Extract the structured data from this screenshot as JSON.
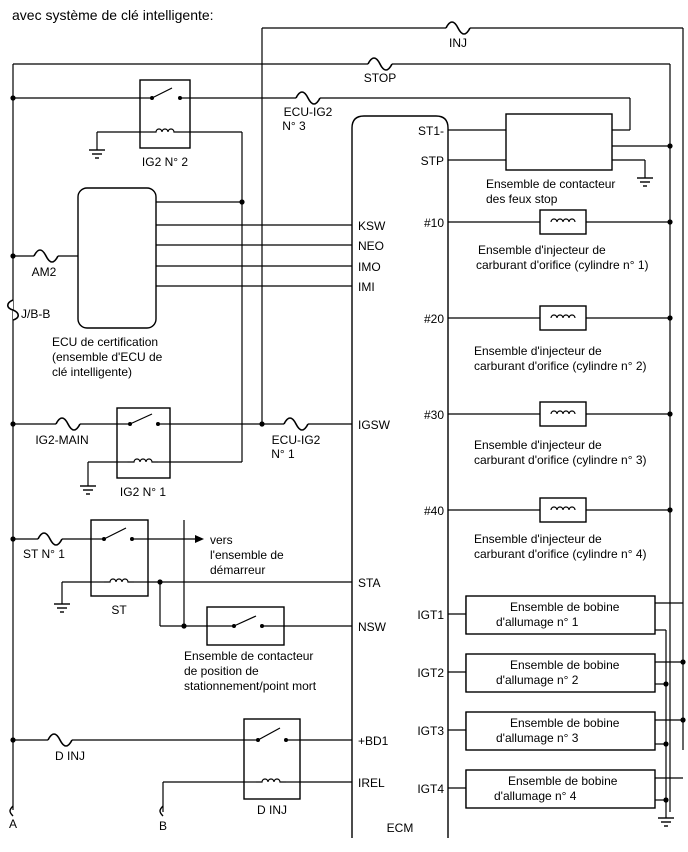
{
  "title": "avec système de clé intelligente:",
  "fuses": {
    "inj": "INJ",
    "stop": "STOP",
    "ecu_ig2_3": [
      "ECU-IG2",
      "N° 3"
    ],
    "am2": "AM2",
    "jb": "J/B-B",
    "ig2_main": "IG2-MAIN",
    "ecu_ig2_1": [
      "ECU-IG2",
      "N° 1"
    ],
    "st1": "ST N° 1",
    "d_inj": "D INJ"
  },
  "relays": {
    "ig2_2": "IG2 N° 2",
    "ig2_1": "IG2 N° 1",
    "st": "ST",
    "d_inj": "D INJ"
  },
  "certification_ecu": [
    "ECU de certification",
    "(ensemble d'ECU de",
    "clé intelligente)"
  ],
  "starter_note": [
    "vers",
    "l'ensemble de",
    "démarreur"
  ],
  "neutral_switch": [
    "Ensemble de contacteur",
    "de position de",
    "stationnement/point mort"
  ],
  "stop_switch": [
    "Ensemble de contacteur",
    "des feux stop"
  ],
  "ecm": {
    "label": "ECM",
    "left_pins": [
      "KSW",
      "NEO",
      "IMO",
      "IMI",
      "IGSW",
      "STA",
      "NSW",
      "+BD1",
      "IREL"
    ],
    "right_pins": [
      "ST1-",
      "STP",
      "#10",
      "#20",
      "#30",
      "#40",
      "IGT1",
      "IGT2",
      "IGT3",
      "IGT4"
    ]
  },
  "injectors": [
    [
      "Ensemble d'injecteur de",
      "carburant d'orifice (cylindre n° 1)"
    ],
    [
      "Ensemble d'injecteur de",
      "carburant d'orifice (cylindre n° 2)"
    ],
    [
      "Ensemble d'injecteur de",
      "carburant d'orifice (cylindre n° 3)"
    ],
    [
      "Ensemble d'injecteur de",
      "carburant d'orifice (cylindre n° 4)"
    ]
  ],
  "ignition_coils": [
    [
      "Ensemble de bobine",
      "d'allumage n° 1"
    ],
    [
      "Ensemble de bobine",
      "d'allumage n° 2"
    ],
    [
      "Ensemble de bobine",
      "d'allumage n° 3"
    ],
    [
      "Ensemble de bobine",
      "d'allumage n° 4"
    ]
  ],
  "connectors": {
    "a": "A",
    "b": "B"
  }
}
